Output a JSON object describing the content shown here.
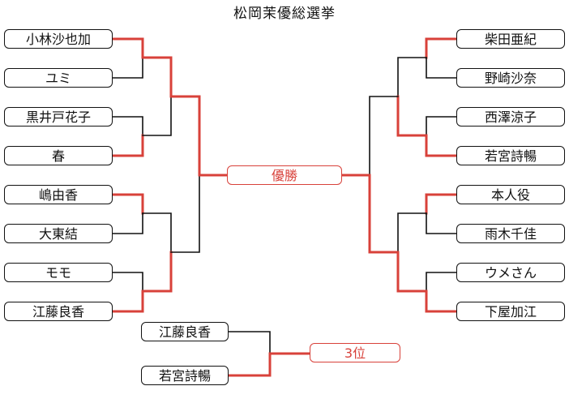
{
  "title": "松岡茉優総選挙",
  "left_entries": [
    "小林沙也加",
    "ユミ",
    "黒井戸花子",
    "春",
    "嶋由香",
    "大東結",
    "モモ",
    "江藤良香"
  ],
  "right_entries": [
    "柴田亜紀",
    "野崎沙奈",
    "西澤涼子",
    "若宮詩暢",
    "本人役",
    "雨木千佳",
    "ウメさん",
    "下屋加江"
  ],
  "champion_label": "優勝",
  "third_place": {
    "entries": [
      "江藤良香",
      "若宮詩暢"
    ],
    "label": "3位"
  },
  "colors": {
    "winner_line": "#d8413a",
    "loser_line": "#111111"
  }
}
